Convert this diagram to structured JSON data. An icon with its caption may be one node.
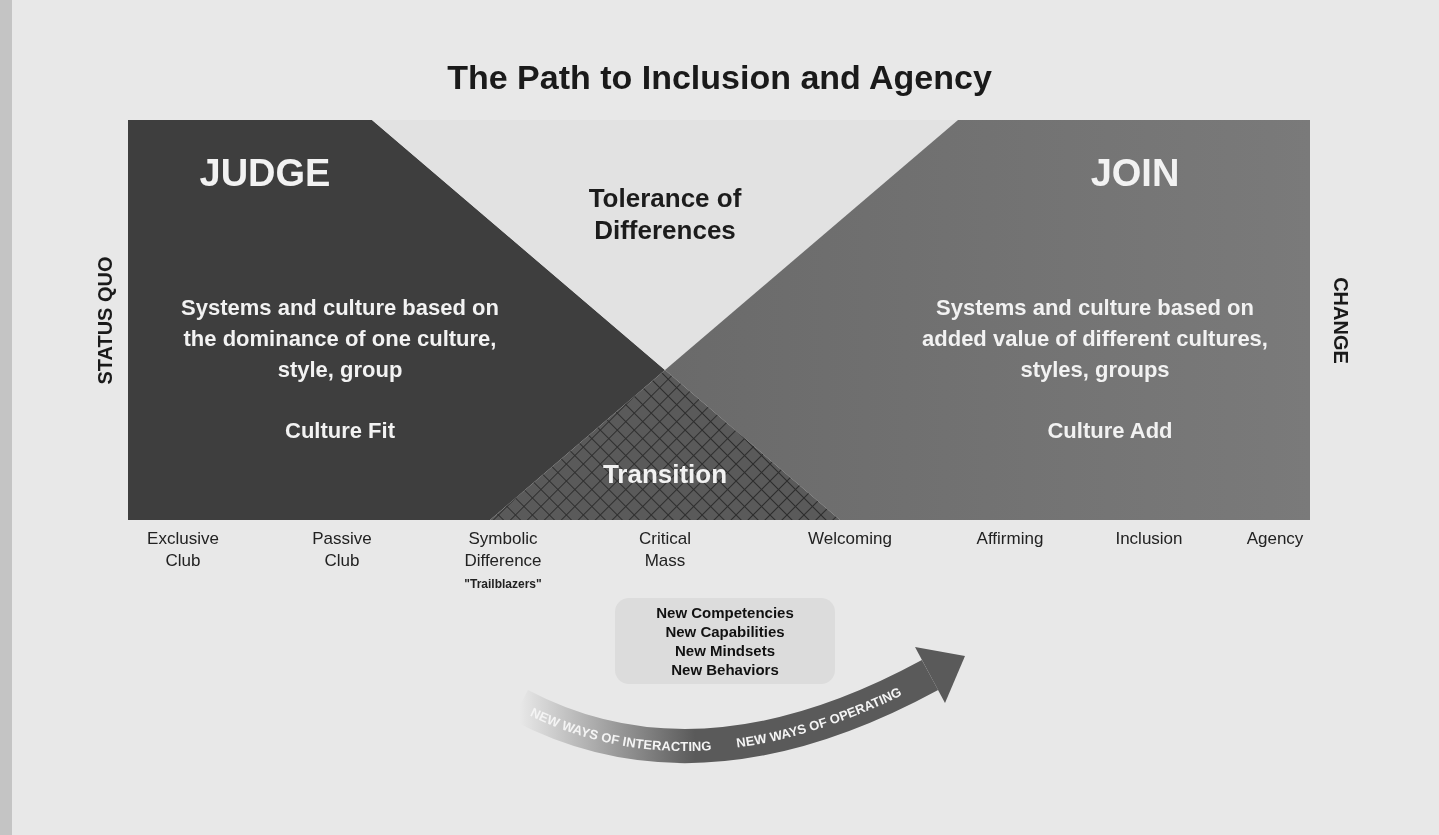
{
  "diagram": {
    "title": "The Path to Inclusion and Agency",
    "nodes": [
      {
        "text": [
          "JUDGE",
          "Systems and culture based on the dominance of one culture, style, group",
          "Culture Fit"
        ]
      },
      {
        "text": [
          "Tolerance of Differences"
        ]
      },
      {
        "text": [
          "JOIN",
          "Systems and culture based on added value of different cultures, styles, groups",
          "Culture Add"
        ]
      },
      {
        "text": [
          "Transition"
        ]
      },
      {
        "text": [
          "New Competencies",
          "New Capabilities",
          "New Mindsets",
          "New Behaviors"
        ]
      },
      {
        "text": [
          "NEW WAYS OF INTERACTING",
          "NEW WAYS OF OPERATING"
        ]
      }
    ],
    "labels": [
      "STATUS QUO",
      "CHANGE",
      "Exclusive Club",
      "Passive Club",
      "Symbolic Difference",
      "\"Trailblazers\"",
      "Critical Mass",
      "Welcoming",
      "Affirming",
      "Inclusion",
      "Agency"
    ]
  }
}
